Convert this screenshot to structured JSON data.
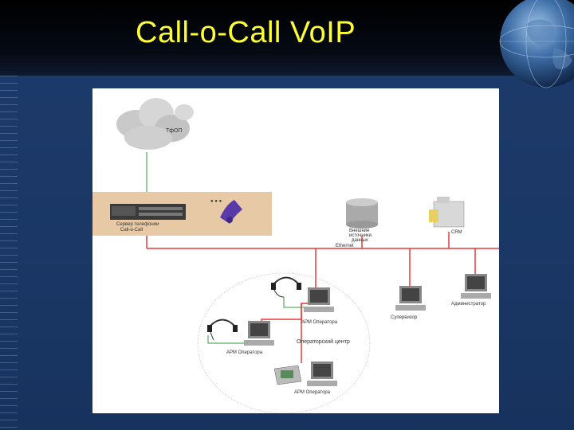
{
  "slide": {
    "title": "Call-o-Call VoIP"
  },
  "diagram": {
    "cloud_label": "ТфОП",
    "server_label_1": "Сервер телефонии",
    "server_label_2": "Call-o-Call",
    "db_label_1": "Внешние",
    "db_label_2": "источники",
    "db_label_3": "данных",
    "crm_label": "CRM",
    "ethernet_label": "Ethernet",
    "supervisor_label": "Супервизор",
    "admin_label": "Администратор",
    "operator_top_label": "АРМ Оператора",
    "operator_left_label": "АРМ Оператора",
    "operator_bottom_label": "АРМ Оператора",
    "center_label": "Операторский центр"
  },
  "colors": {
    "title": "#ffff33",
    "network_line": "#e53838",
    "phone_line": "#3a9a3a",
    "server_panel": "#e8c9a6"
  }
}
